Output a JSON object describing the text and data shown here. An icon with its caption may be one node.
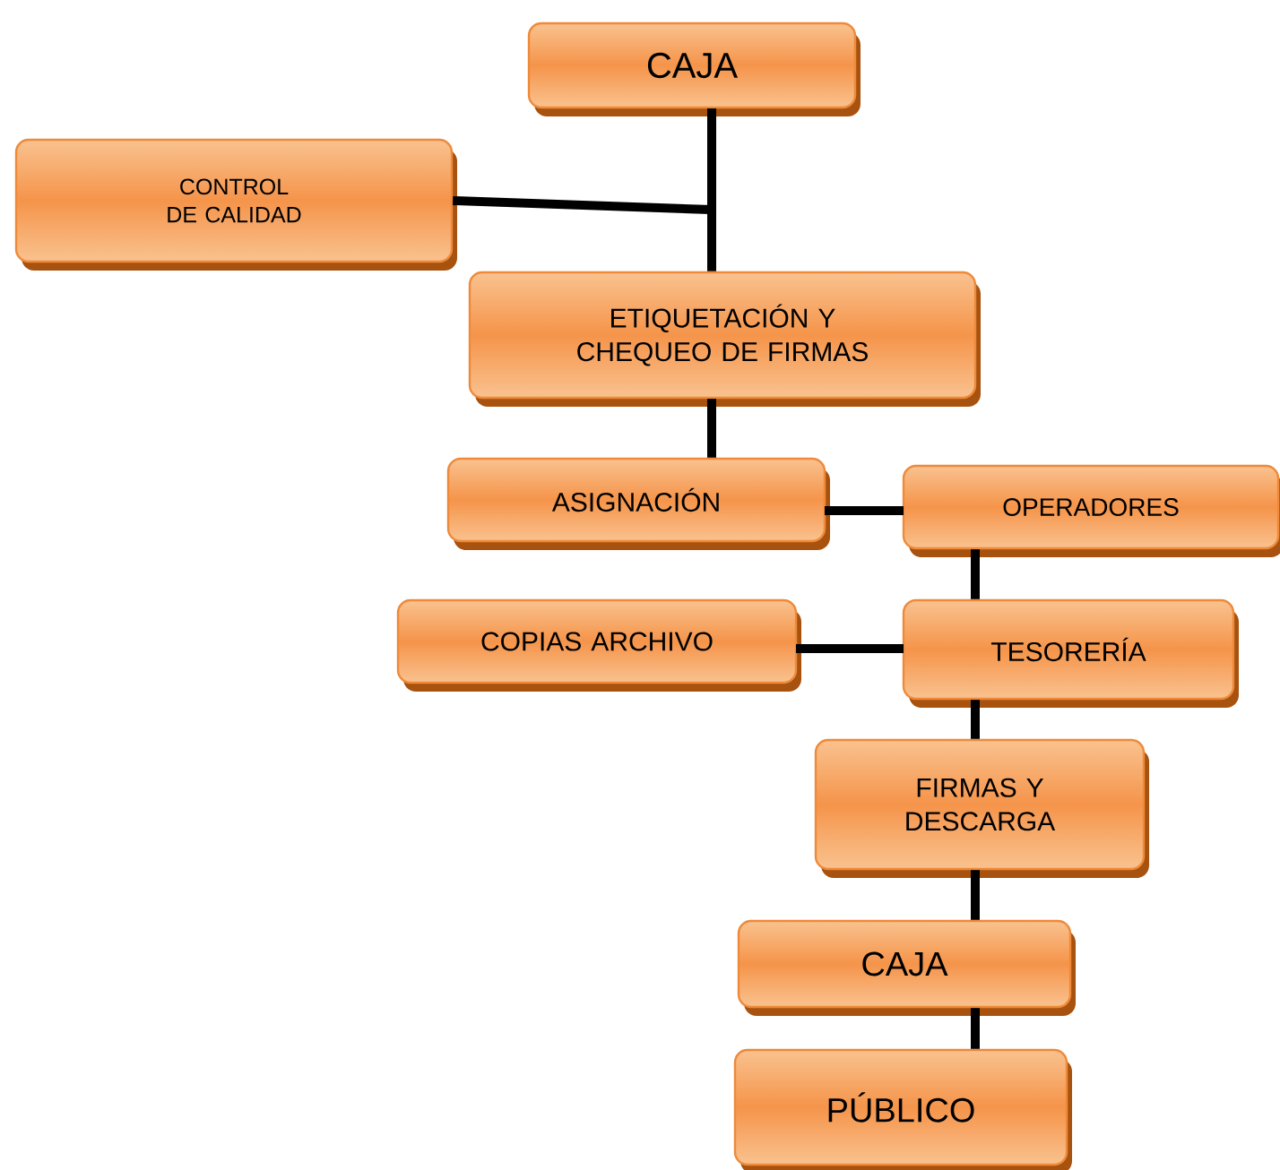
{
  "diagram": {
    "nodes": [
      {
        "text": [
          "CAJA"
        ]
      },
      {
        "text": [
          "CONTROL DE CALIDAD"
        ]
      },
      {
        "text": [
          "ETIQUETACIÓN Y CHEQUEO DE FIRMAS"
        ]
      },
      {
        "text": [
          "ASIGNACIÓN"
        ]
      },
      {
        "text": [
          "OPERADORES"
        ]
      },
      {
        "text": [
          "COPIAS ARCHIVO"
        ]
      },
      {
        "text": [
          "TESORERÍA"
        ]
      },
      {
        "text": [
          "FIRMAS Y DESCARGA"
        ]
      },
      {
        "text": [
          "CAJA"
        ]
      },
      {
        "text": [
          "PÚBLICO"
        ]
      }
    ],
    "edges": [
      {
        "from": 0,
        "to": 1,
        "arrow": "none"
      },
      {
        "from": 0,
        "to": 2,
        "arrow": "none"
      },
      {
        "from": 2,
        "to": 3,
        "arrow": "none"
      },
      {
        "from": 3,
        "to": 4,
        "arrow": "none"
      },
      {
        "from": 4,
        "to": 6,
        "arrow": "none"
      },
      {
        "from": 5,
        "to": 6,
        "arrow": "none"
      },
      {
        "from": 6,
        "to": 7,
        "arrow": "none"
      },
      {
        "from": 7,
        "to": 8,
        "arrow": "none"
      },
      {
        "from": 8,
        "to": 9,
        "arrow": "none"
      }
    ]
  }
}
